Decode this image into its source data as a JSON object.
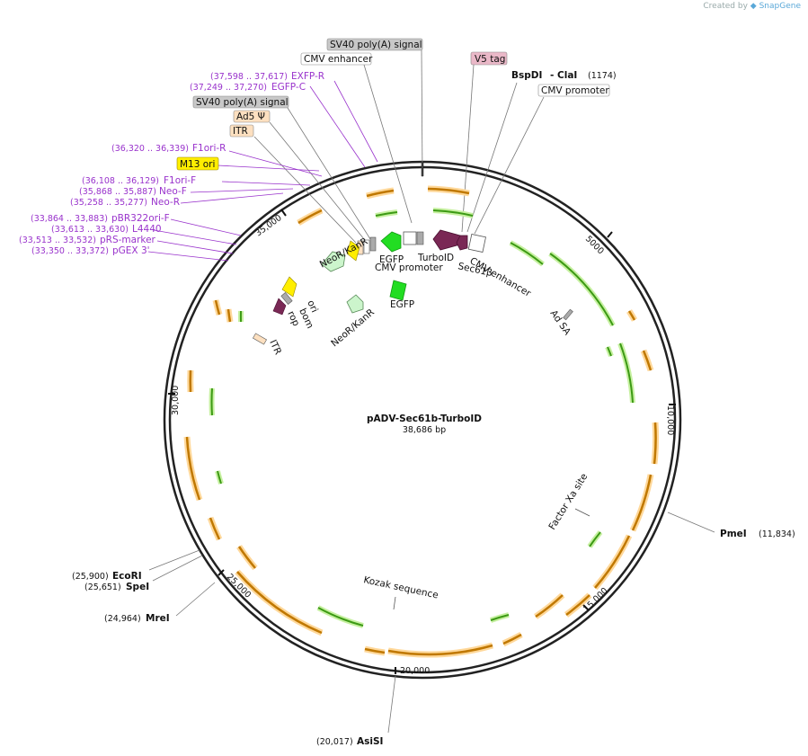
{
  "credit": {
    "prefix": "Created by",
    "brand": "SnapGene"
  },
  "plasmid": {
    "name": "pADV-Sec61b-TurboID",
    "length": "38,686 bp"
  },
  "ticks": [
    "5000",
    "10,000",
    "15,000",
    "20,000",
    "25,000",
    "30,000",
    "35,000"
  ],
  "boxed_labels": {
    "sv40_top": "SV40 poly(A) signal",
    "cmv_enh_top": "CMV enhancer",
    "v5": "V5 tag",
    "cmv_prom_top": "CMV promoter",
    "sv40_left": "SV40 poly(A) signal",
    "ad5": "Ad5 Ψ",
    "itr_top": "ITR",
    "m13": "M13 ori"
  },
  "colors": {
    "gray_box": "#c8c8c8",
    "orange_box": "#fde0c0",
    "pink_box": "#eab8c8",
    "yellow_box": "#ffee00",
    "purple_text": "#9933cc",
    "orf": "#c07800",
    "orf_glow": "#ffd89a",
    "green_orf": "#3c9a14",
    "green_glow": "#c6f0a0"
  },
  "sites": {
    "bspdi": {
      "name": "BspDI",
      "name2": "- ClaI",
      "pos": "(1174)"
    },
    "pmei": {
      "name": "PmeI",
      "pos": "(11,834)"
    },
    "asisi": {
      "name": "AsiSI",
      "pos": "(20,017)"
    },
    "mrei": {
      "name": "MreI",
      "pos": "(24,964)"
    },
    "spei": {
      "name": "SpeI",
      "pos": "(25,651)"
    },
    "ecori": {
      "name": "EcoRI",
      "pos": "(25,900)"
    }
  },
  "primers": [
    {
      "pos": "(37,598 .. 37,617)",
      "name": "EXFP-R"
    },
    {
      "pos": "(37,249 .. 37,270)",
      "name": "EGFP-C"
    },
    {
      "pos": "(36,320 .. 36,339)",
      "name": "F1ori-R"
    },
    {
      "pos": "(36,108 .. 36,129)",
      "name": "F1ori-F"
    },
    {
      "pos": "(35,868 .. 35,887)",
      "name": "Neo-F"
    },
    {
      "pos": "(35,258 .. 35,277)",
      "name": "Neo-R"
    },
    {
      "pos": "(33,864 .. 33,883)",
      "name": "pBR322ori-F"
    },
    {
      "pos": "(33,613 .. 33,630)",
      "name": "L4440"
    },
    {
      "pos": "(33,513 .. 33,532)",
      "name": "pRS-marker"
    },
    {
      "pos": "(33,350 .. 33,372)",
      "name": "pGEX 3'"
    }
  ],
  "features": {
    "turboid": "TurboID",
    "sec61b": "Sec61β",
    "cmv_enh_in": "CMV enhancer",
    "egfp1": "EGFP",
    "cmv_prom_in": "CMV promoter",
    "neokanr1": "NeoR/KanR",
    "egfp2": "EGFP",
    "neokanr2": "NeoR/KanR",
    "ori": "ori",
    "bom": "bom",
    "rop": "rop",
    "itr_in": "ITR",
    "adsa": "Ad SA",
    "factorxa": "Factor Xa site",
    "kozak": "Kozak sequence"
  }
}
